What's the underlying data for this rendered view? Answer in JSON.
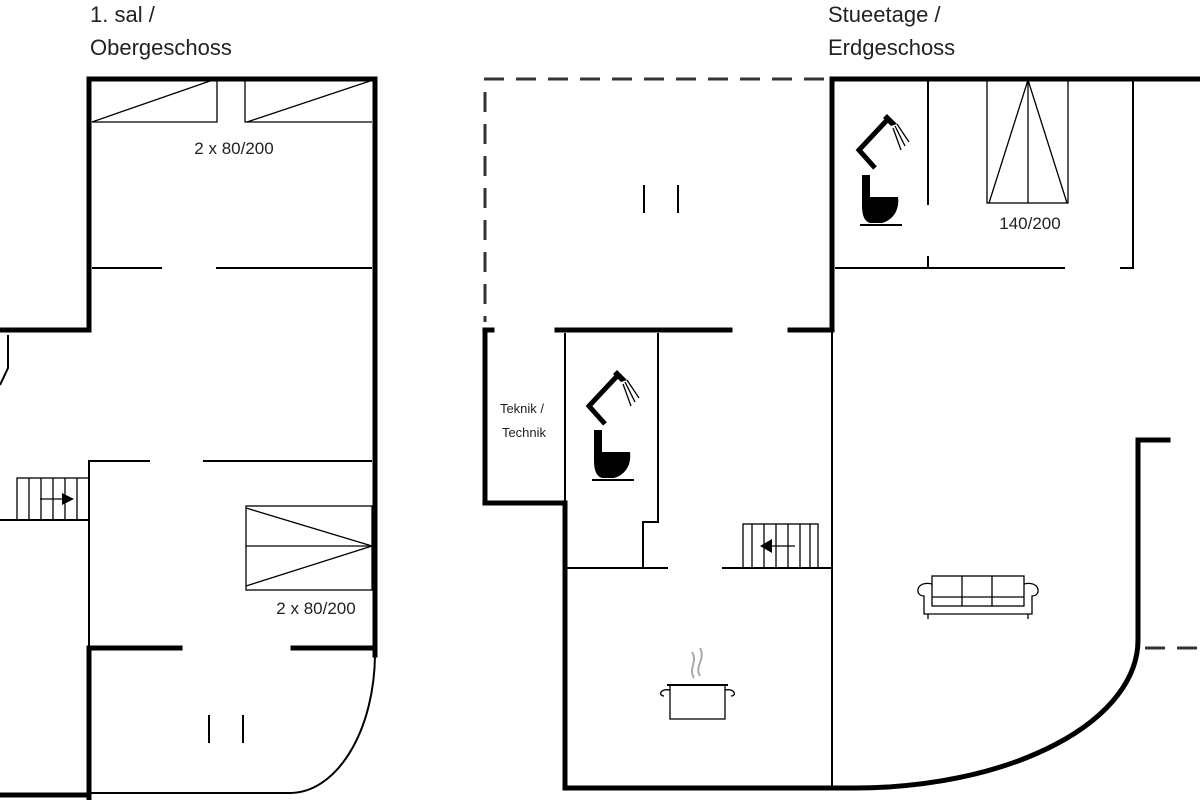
{
  "upper_floor": {
    "title_line1": "1. sal /",
    "title_line2": "Obergeschoss",
    "bed_label_top": "2 x 80/200",
    "bed_label_bottom": "2 x 80/200"
  },
  "ground_floor": {
    "title_line1": "Stueetage /",
    "title_line2": "Erdgeschoss",
    "bed_label": "140/200",
    "technik_line1": "Teknik /",
    "technik_line2": "Technik"
  },
  "icons": [
    "shower-icon",
    "toilet-icon",
    "stairs-icon",
    "bed-icon",
    "cooking-pot-icon",
    "sofa-icon",
    "window-icon"
  ]
}
